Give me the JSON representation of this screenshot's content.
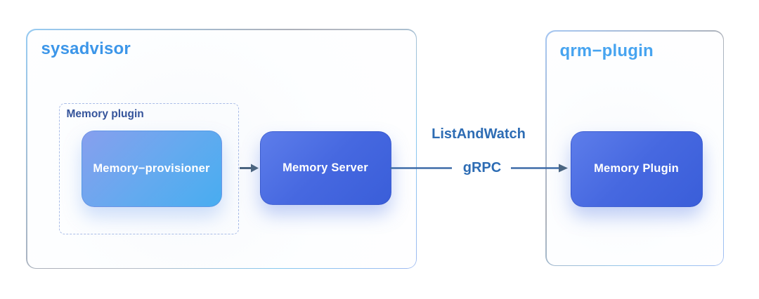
{
  "containers": {
    "sysadvisor": {
      "title": "sysadvisor"
    },
    "qrm": {
      "title": "qrm−plugin"
    }
  },
  "groups": {
    "memory_plugin_group": {
      "label": "Memory plugin"
    }
  },
  "nodes": {
    "memory_provisioner": {
      "label": "Memory−provisioner"
    },
    "memory_server": {
      "label": "Memory Server"
    },
    "memory_plugin": {
      "label": "Memory Plugin"
    }
  },
  "edges": {
    "provisioner_to_server": {
      "type": "arrow"
    },
    "server_to_plugin": {
      "label_top": "ListAndWatch",
      "label_bottom": "gRPC",
      "type": "arrow"
    }
  },
  "colors": {
    "sysadvisor_title": "#3c96e9",
    "qrm_title": "#47a4f0",
    "group_label": "#35549b",
    "edge_label": "#2d6cb4",
    "node_text": "#ffffff",
    "provisioner_gradient_start": "#879fee",
    "provisioner_gradient_end": "#48adf0",
    "royal_gradient_start": "#5d7dea",
    "royal_gradient_end": "#3a5ed9",
    "edge_line": "#3e6ca8",
    "arrowhead": "#4a6582",
    "container_border_blue": "#97cbf2",
    "container_border_gray": "#aeb2ba",
    "dashed_border": "#a9bce7",
    "background": "#ffffff"
  }
}
